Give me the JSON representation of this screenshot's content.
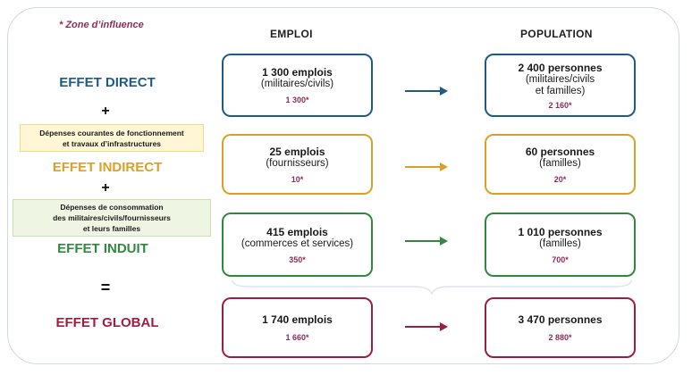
{
  "note": "* Zone d’influence",
  "headers": {
    "emploi": "EMPLOI",
    "population": "POPULATION"
  },
  "effects": {
    "direct": "EFFET DIRECT",
    "indirect": "EFFET INDIRECT",
    "induit": "EFFET INDUIT",
    "global": "EFFET GLOBAL"
  },
  "operators": {
    "plus": "+",
    "equals": "="
  },
  "notes": {
    "indirect_lines": [
      "Dépenses courantes de fonctionnement",
      "et travaux d’infrastructures"
    ],
    "induit_lines": [
      "Dépenses de consommation",
      "des militaires/civils/fournisseurs",
      "et leurs familles"
    ]
  },
  "rows": [
    {
      "emploi": {
        "main": "1 300 emplois",
        "sub": [
          "(militaires/civils)"
        ],
        "zone": "1 300*"
      },
      "population": {
        "main": "2 400 personnes",
        "sub": [
          "(militaires/civils",
          "et familles)"
        ],
        "zone": "2 160*"
      }
    },
    {
      "emploi": {
        "main": "25 emplois",
        "sub": [
          "(fournisseurs)"
        ],
        "zone": "10*"
      },
      "population": {
        "main": "60 personnes",
        "sub": [
          "(familles)"
        ],
        "zone": "20*"
      }
    },
    {
      "emploi": {
        "main": "415 emplois",
        "sub": [
          "(commerces et services)"
        ],
        "zone": "350*"
      },
      "population": {
        "main": "1 010 personnes",
        "sub": [
          "(familles)"
        ],
        "zone": "700*"
      }
    },
    {
      "emploi": {
        "main": "1 740 emplois",
        "sub": [],
        "zone": "1 660*"
      },
      "population": {
        "main": "3 470 personnes",
        "sub": [],
        "zone": "2 880*"
      }
    }
  ],
  "colors": {
    "direct": "#1e5b85",
    "indirect": "#d9a02a",
    "induit": "#2f8a3e",
    "global": "#9c1f42",
    "note": "#8e2c5a"
  }
}
